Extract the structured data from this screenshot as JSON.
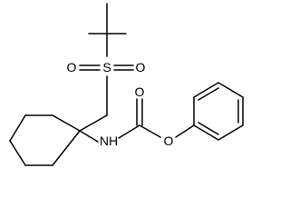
{
  "molecule": {
    "atoms": {
      "sulfur": "S",
      "sulfonyl_oxygen_left": "O",
      "sulfonyl_oxygen_right": "O",
      "carbonyl_oxygen": "O",
      "ester_oxygen": "O",
      "amine": "NH"
    }
  }
}
